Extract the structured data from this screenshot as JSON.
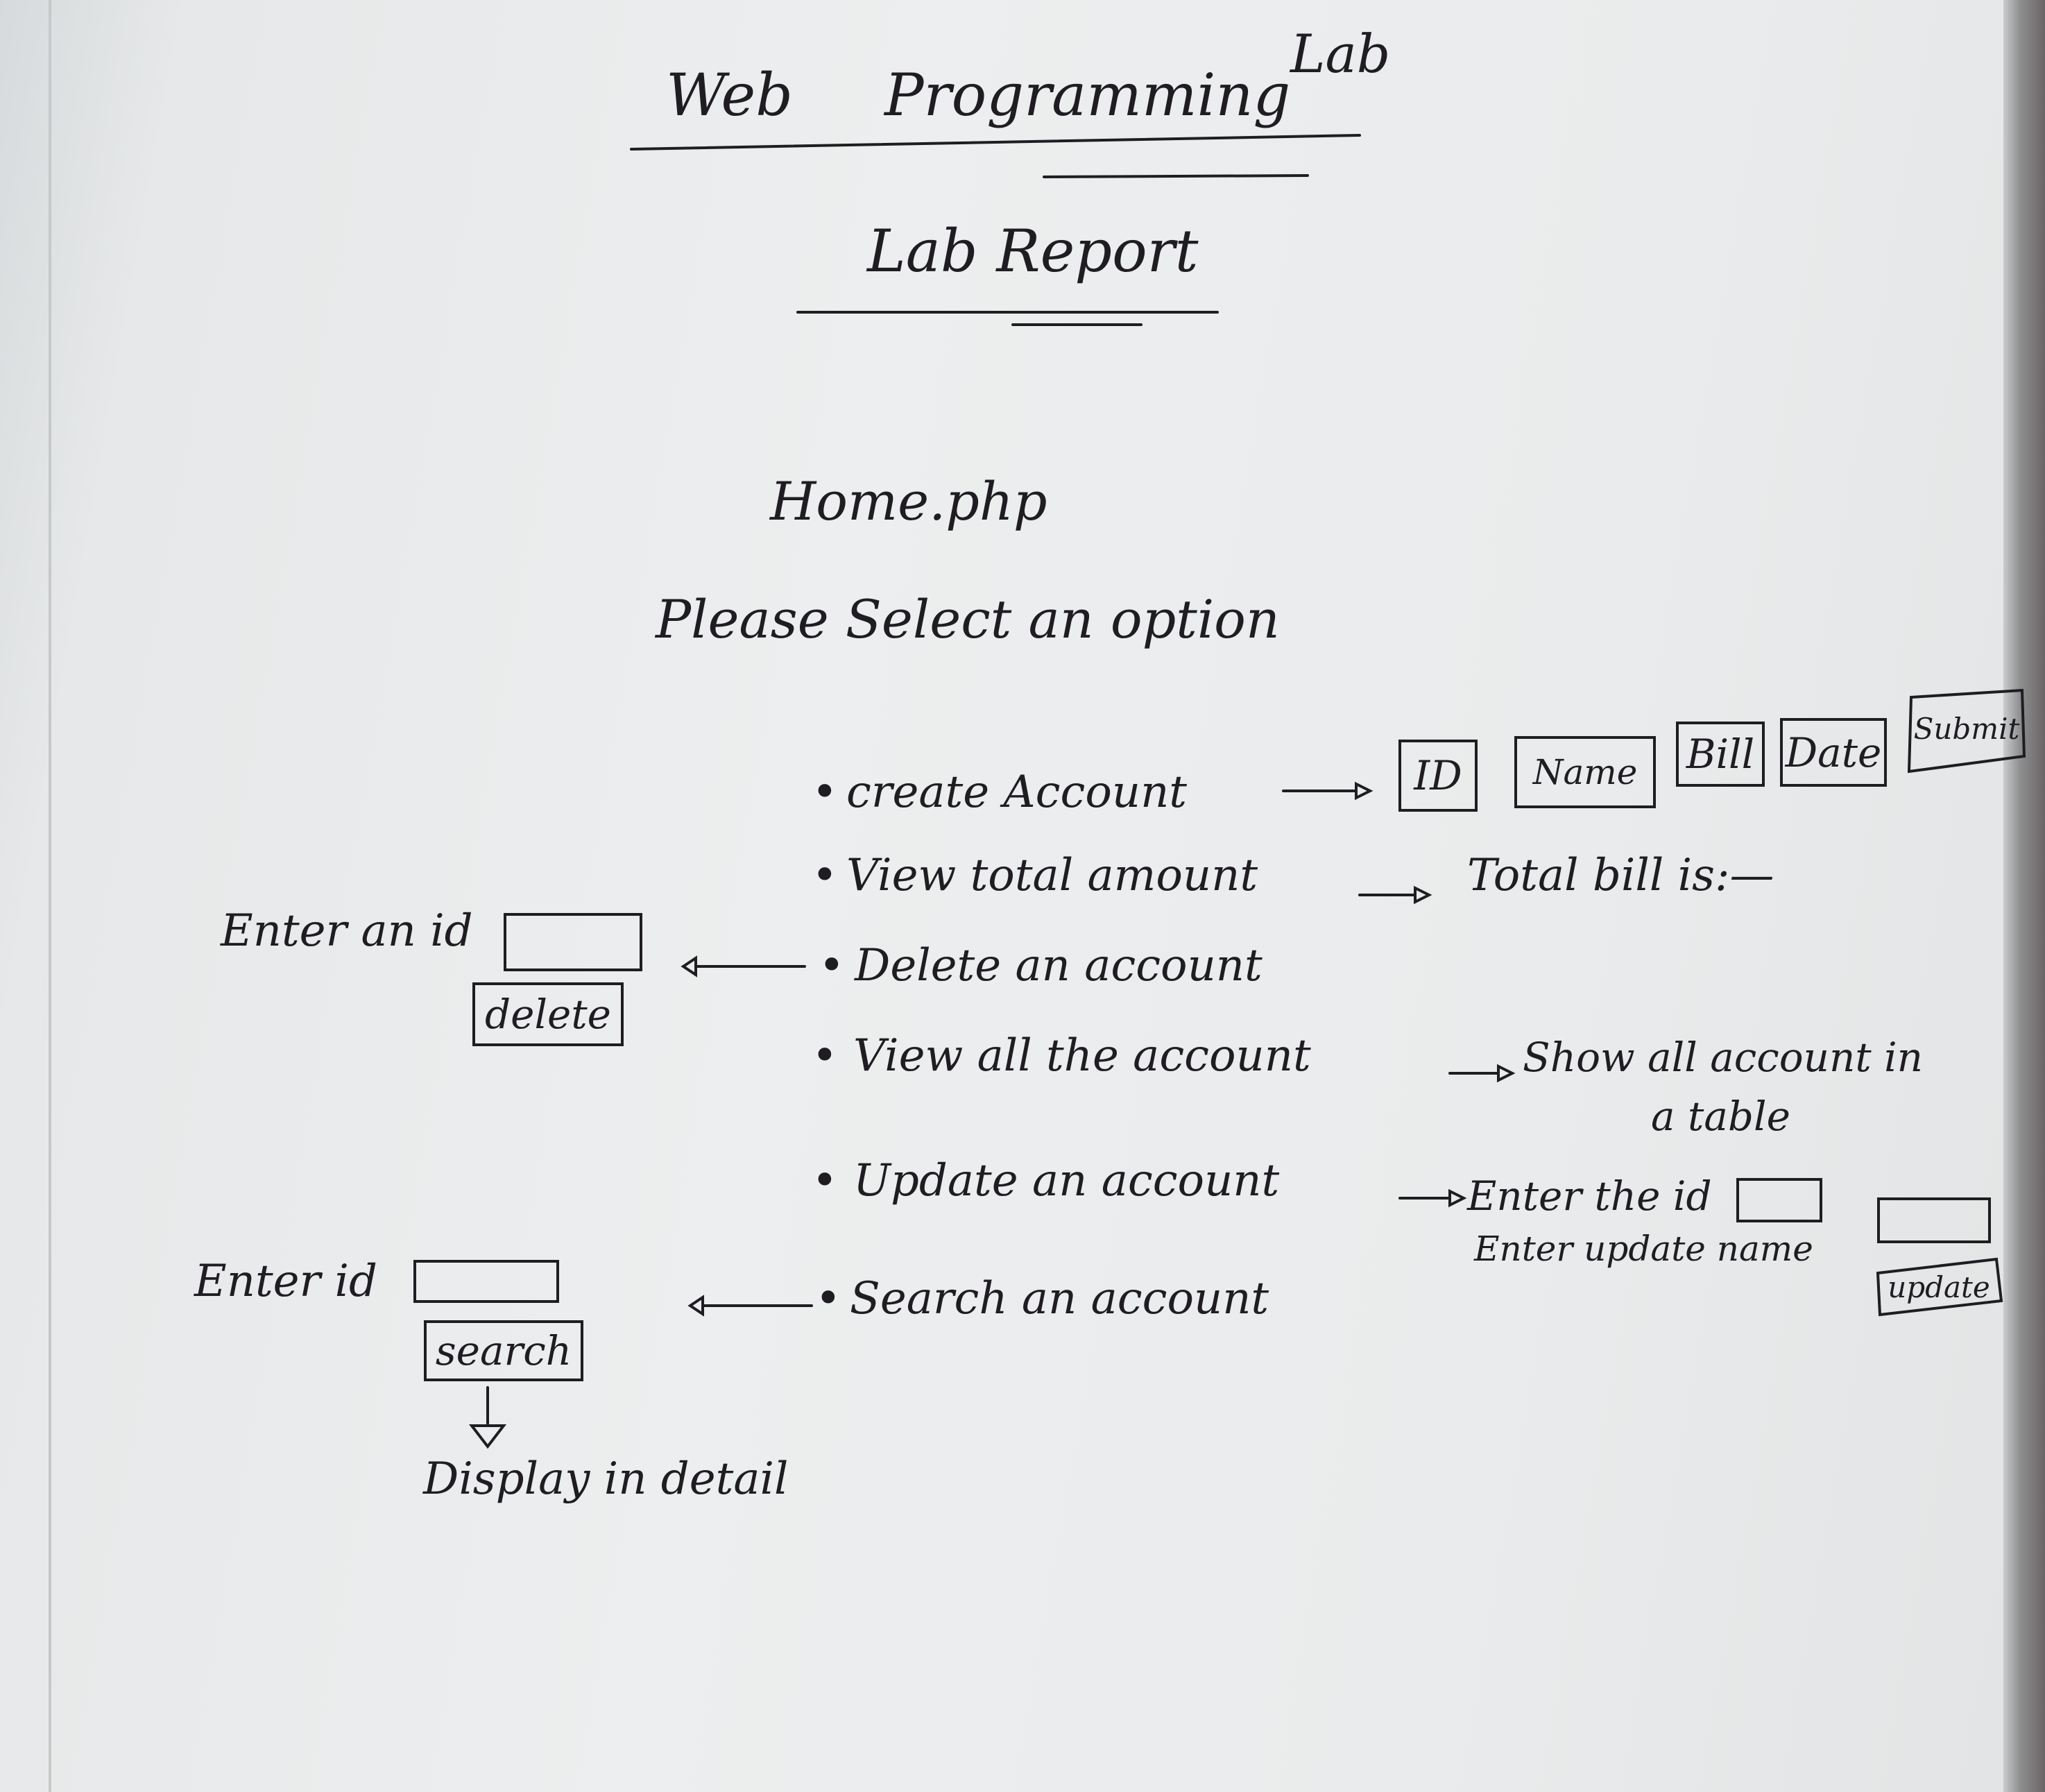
{
  "title": {
    "line1_a": "Web",
    "line1_b": "Programming",
    "line1_c": "Lab",
    "line2": "Lab Report"
  },
  "page_name": "Home.php",
  "prompt": "Please Select an option",
  "options": {
    "create": {
      "label": "create Account",
      "fields": [
        "ID",
        "Name",
        "Bill",
        "Date",
        "Submit"
      ]
    },
    "view_total": {
      "label": "View total amount",
      "result": "Total bill is:—"
    },
    "delete": {
      "label": "Delete an account",
      "input_label": "Enter an id",
      "button": "delete"
    },
    "view_all": {
      "label": "View all the account",
      "result_line1": "Show all account in",
      "result_line2": "a table"
    },
    "update": {
      "label": "Update an account",
      "id_label": "Enter the id",
      "name_label": "Enter update name",
      "button": "update"
    },
    "search": {
      "label": "Search an account",
      "input_label": "Enter id",
      "button": "search",
      "result": "Display in detail"
    }
  }
}
